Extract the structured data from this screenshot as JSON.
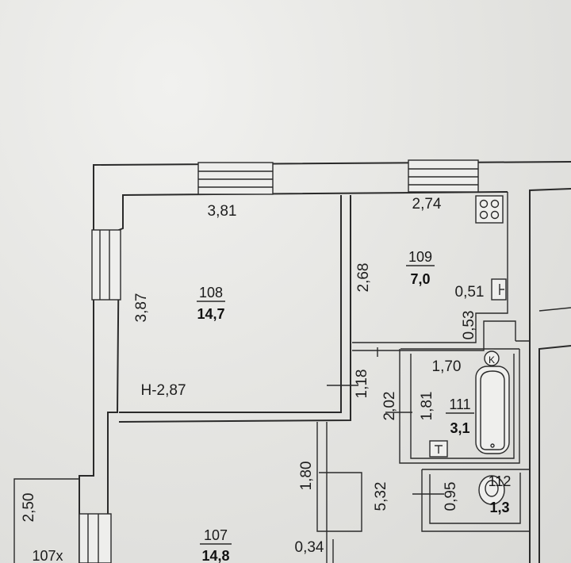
{
  "rooms": [
    {
      "id": "108",
      "number": "108",
      "area": "14,7"
    },
    {
      "id": "109",
      "number": "109",
      "area": "7,0"
    },
    {
      "id": "111",
      "number": "111",
      "area": "3,1"
    },
    {
      "id": "112",
      "number": "112",
      "area": "1,3"
    },
    {
      "id": "107",
      "number": "107",
      "area": "14,8"
    }
  ],
  "dimensions": {
    "room108_width": "3,81",
    "room108_height": "3,87",
    "room109_width": "2,74",
    "room109_height": "2,68",
    "niche_width": "0,51",
    "niche_depth": "0,53",
    "bath_width": "1,70",
    "bath_height": "1,81",
    "corridor_width": "1,18",
    "corridor_height": "2,02",
    "hall_depth": "1,80",
    "hall_length": "5,32",
    "wc_width": "0,95",
    "door_gap": "0,34",
    "balcony_width": "2,50"
  },
  "ceiling_height": "Н-2,87",
  "room107_label_cut": "107х",
  "bath_marker": "K"
}
